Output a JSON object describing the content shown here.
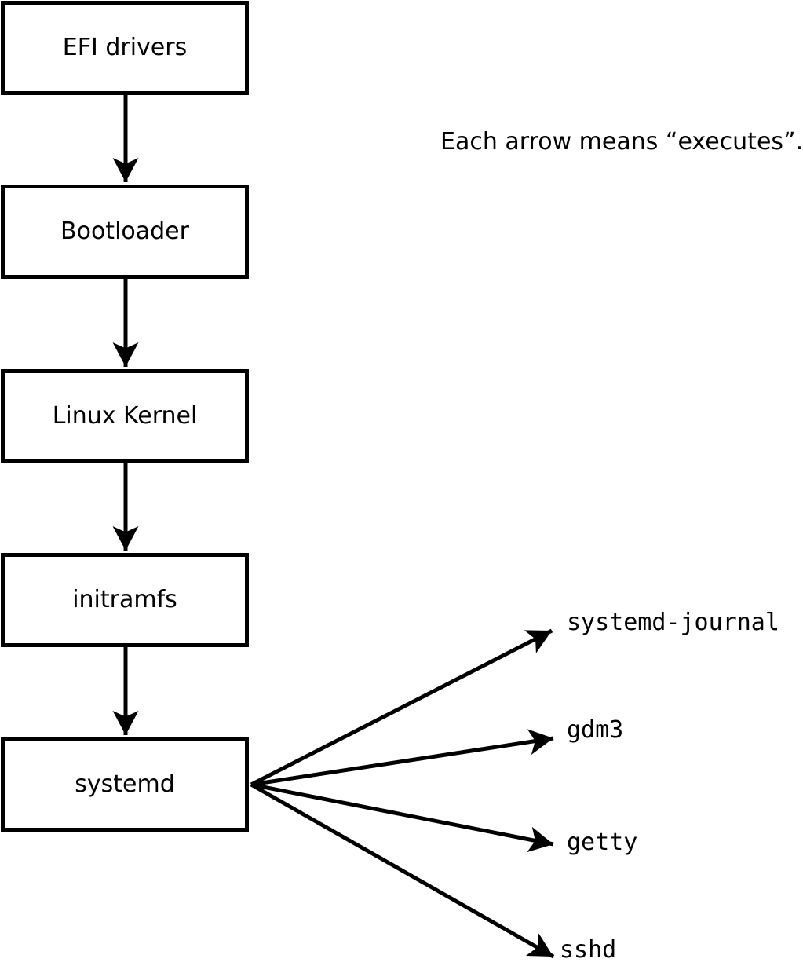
{
  "diagram": {
    "caption": "Each arrow means “executes”.",
    "boot_chain": [
      {
        "label": "EFI drivers"
      },
      {
        "label": "Bootloader"
      },
      {
        "label": "Linux Kernel"
      },
      {
        "label": "initramfs"
      },
      {
        "label": "systemd"
      }
    ],
    "spawned_processes": [
      {
        "label": "systemd-journal"
      },
      {
        "label": "gdm3"
      },
      {
        "label": "getty"
      },
      {
        "label": "sshd"
      }
    ],
    "colors": {
      "line": "#000000",
      "text": "#000000",
      "box_fill": "#ffffff",
      "background": "#ffffff"
    }
  }
}
